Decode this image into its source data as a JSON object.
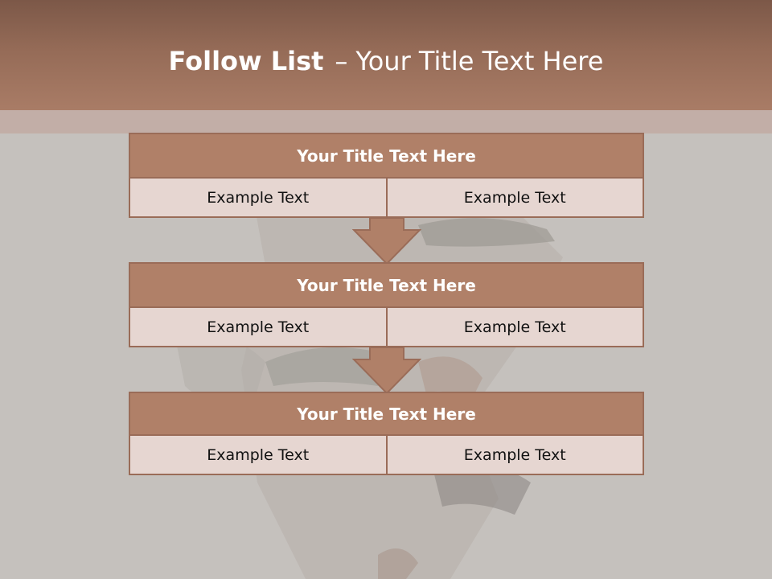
{
  "title": {
    "bold": "Follow List",
    "separator": "–",
    "rest": "Your Title Text Here"
  },
  "colors": {
    "header": "#a97c66",
    "block_title": "#b08068",
    "block_border": "#9a6c58",
    "block_body": "#e6d6d1",
    "background": "#c4c0bc"
  },
  "blocks": [
    {
      "title": "Your Title Text Here",
      "left": "Example Text",
      "right": "Example Text"
    },
    {
      "title": "Your Title Text Here",
      "left": "Example Text",
      "right": "Example Text"
    },
    {
      "title": "Your Title Text Here",
      "left": "Example Text",
      "right": "Example Text"
    }
  ]
}
